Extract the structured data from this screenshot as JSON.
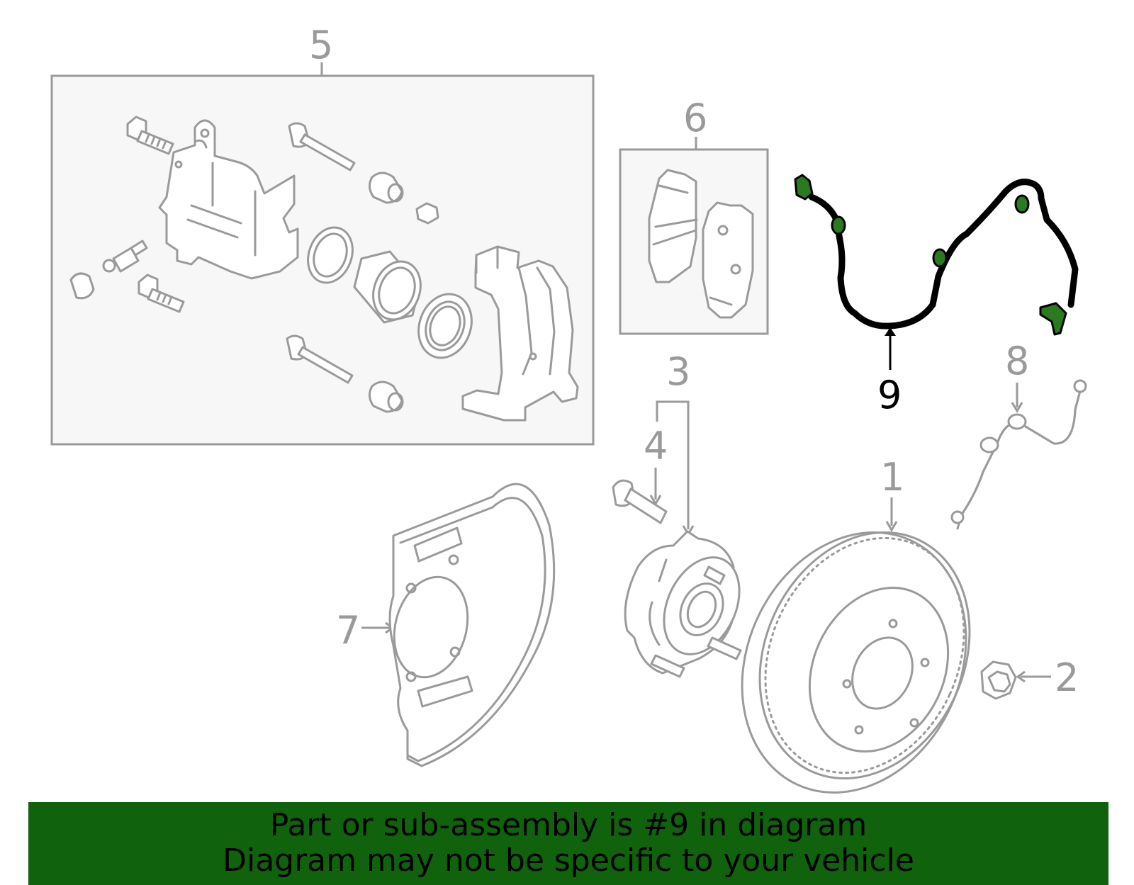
{
  "callouts": {
    "n1": "1",
    "n2": "2",
    "n3": "3",
    "n4": "4",
    "n5": "5",
    "n6": "6",
    "n7": "7",
    "n8": "8",
    "n9": "9"
  },
  "banner": {
    "line1": "Part or sub-assembly is #9 in diagram",
    "line2": "Diagram may not be specific to your vehicle"
  },
  "colors": {
    "highlight_part": "#2a7a1f",
    "banner_bg": "#11620d",
    "line_gray": "#9a9a9a"
  }
}
